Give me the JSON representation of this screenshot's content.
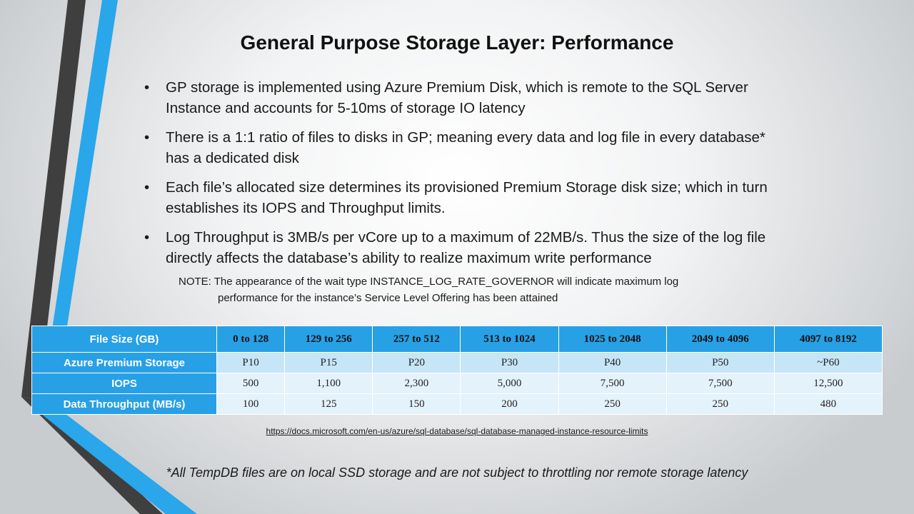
{
  "slide": {
    "title": "General Purpose Storage Layer: Performance",
    "bullets": [
      "GP storage is implemented using Azure Premium Disk, which is remote to the SQL Server Instance and accounts for 5-10ms of storage IO latency",
      "There is a 1:1 ratio of files to disks in GP; meaning every data and log file in every database* has a dedicated disk",
      "Each file’s allocated size determines its provisioned Premium Storage disk size; which in turn establishes its IOPS and Throughput limits.",
      "Log Throughput is 3MB/s per vCore up to a maximum of 22MB/s. Thus the size of the log file directly affects the database’s ability to realize maximum write performance"
    ],
    "bullet_glyph": "•",
    "note_line1": "NOTE: The appearance of the wait type INSTANCE_LOG_RATE_GOVERNOR will indicate maximum log",
    "note_line2": "performance for the instance’s Service Level Offering has been attained",
    "table": {
      "corner": "File Size (GB)",
      "columns": [
        "0 to 128",
        "129 to 256",
        "257 to 512",
        "513 to 1024",
        "1025 to 2048",
        "2049 to 4096",
        "4097 to 8192"
      ],
      "rows": [
        {
          "label": "Azure Premium Storage",
          "cells": [
            "P10",
            "P15",
            "P20",
            "P30",
            "P40",
            "P50",
            "~P60"
          ]
        },
        {
          "label": "IOPS",
          "cells": [
            "500",
            "1,100",
            "2,300",
            "5,000",
            "7,500",
            "7,500",
            "12,500"
          ]
        },
        {
          "label": "Data Throughput (MB/s)",
          "cells": [
            "100",
            "125",
            "150",
            "200",
            "250",
            "250",
            "480"
          ]
        }
      ]
    },
    "link": "https://docs.microsoft.com/en-us/azure/sql-database/sql-database-managed-instance-resource-limits",
    "footnote": "*All TempDB files are on local SSD storage and are not subject to throttling nor remote storage latency"
  },
  "colors": {
    "accent_blue": "#28a0e6",
    "row_light": "#c6e6f8",
    "row_lighter": "#e4f2fb",
    "stripe_dark": "#3f3f3f"
  }
}
